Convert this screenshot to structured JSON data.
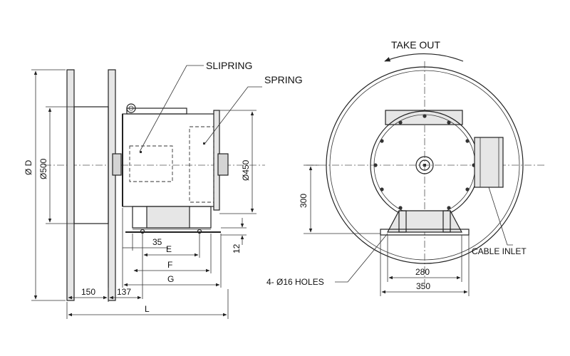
{
  "labels": {
    "slipring": "SLIPRING",
    "spring": "SPRING",
    "take_out": "TAKE OUT",
    "cable_inlet": "CABLE INLET",
    "holes": "4- Ø16 HOLES"
  },
  "dimensions": {
    "od": "Ø D",
    "d500": "Ø500",
    "d450": "Ø450",
    "dim_35": "35",
    "dim_e": "E",
    "dim_f": "F",
    "dim_g": "G",
    "dim_12": "12",
    "dim_150": "150",
    "dim_137": "137",
    "dim_l": "L",
    "dim_300": "300",
    "dim_280": "280",
    "dim_350": "350"
  }
}
